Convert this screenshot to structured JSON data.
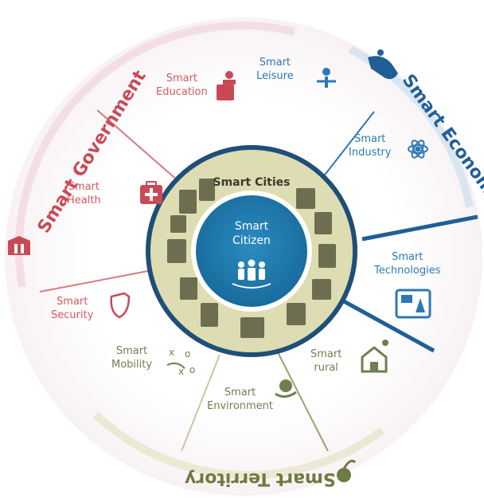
{
  "colors": {
    "government": "#c94a56",
    "economy": "#1f5f96",
    "territory": "#6e7b42",
    "center": "#1f78a8",
    "ring_bg": "#dedcb2",
    "ring_border": "#1f4f78"
  },
  "sectors": {
    "government": "Smart Government",
    "economy": "Smart Economy",
    "territory": "Smart Territory"
  },
  "center": {
    "ring_title": "Smart Cities",
    "title_line1": "Smart",
    "title_line2": "Citizen"
  },
  "items": {
    "education": {
      "line1": "Smart",
      "line2": "Education",
      "icon": "education-icon"
    },
    "leisure": {
      "line1": "Smart",
      "line2": "Leisure",
      "icon": "leisure-icon"
    },
    "industry": {
      "line1": "Smart",
      "line2": "Industry",
      "icon": "atom-icon"
    },
    "health": {
      "line1": "Smart",
      "line2": "Health",
      "icon": "medical-kit-icon"
    },
    "technologies": {
      "line1": "Smart",
      "line2": "Technologies",
      "icon": "tablet-icon"
    },
    "security": {
      "line1": "Smart",
      "line2": "Security",
      "icon": "shield-icon"
    },
    "mobility": {
      "line1": "Smart",
      "line2": "Mobility",
      "icon": "route-icon"
    },
    "rural": {
      "line1": "Smart",
      "line2": "rural",
      "icon": "house-icon"
    },
    "environment": {
      "line1": "Smart",
      "line2": "Environment",
      "icon": "hand-globe-icon"
    }
  }
}
